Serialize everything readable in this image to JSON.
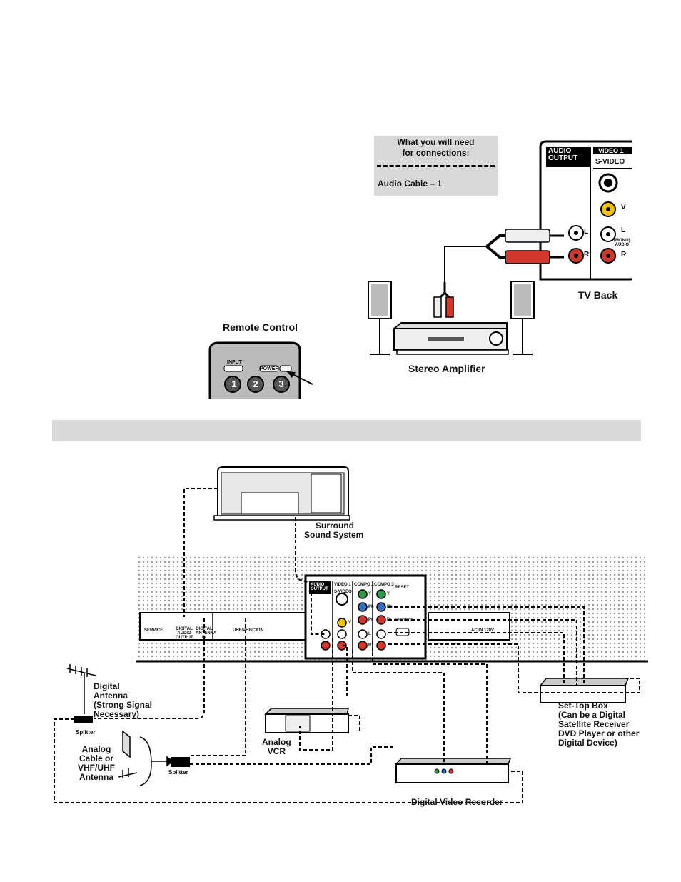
{
  "needs_box": {
    "title_line1": "What you will need",
    "title_line2": "for connections:",
    "item": "Audio Cable – 1"
  },
  "top_labels": {
    "tv_back": "TV Back",
    "stereo_amplifier": "Stereo Amplifier",
    "remote_control": "Remote Control"
  },
  "tv_panel_top": {
    "audio_output_line1": "AUDIO",
    "audio_output_line2": "OUTPUT",
    "video1": "VIDEO 1",
    "s_video": "S-VIDEO",
    "v": "V",
    "l": "L",
    "r": "R",
    "mono_line1": "(MONO)",
    "mono_line2": "AUDIO"
  },
  "remote": {
    "input": "INPUT",
    "power": "POWER",
    "buttons": [
      "1",
      "2",
      "3"
    ]
  },
  "bottom_labels": {
    "surround_line1": "Surround",
    "surround_line2": "Sound System",
    "digital_antenna_line1": "Digital",
    "digital_antenna_line2": "Antenna",
    "digital_antenna_line3": "(Strong Signal",
    "digital_antenna_line4": "Necessary)",
    "splitter": "Splitter",
    "analog_line1": "Analog",
    "analog_line2": "Cable or",
    "analog_line3": "VHF/UHF",
    "analog_line4": "Antenna",
    "vcr_line1": "Analog",
    "vcr_line2": "VCR",
    "settop_line1": "Set-Top Box",
    "settop_line2": "(Can be a Digital",
    "settop_line3": "Satellite Receiver",
    "settop_line4": "DVD Player or other",
    "settop_line5": "Digital Device)",
    "dvr": "Digital Video Recorder"
  },
  "tv_panel_bottom": {
    "service": "SERVICE",
    "digital_audio_output": "DIGITAL AUDIO OUTPUT",
    "digital_antenna_in": "DIGITAL ANTENNA IN",
    "uhf_vhf_catv": "UHF/VHF/CATV",
    "ac_in": "AC IN 120V",
    "audio_output": "AUDIO OUTPUT",
    "video1": "VIDEO 1",
    "compo2": "COMPO 2",
    "compo3": "COMPO 3",
    "s_video": "S-VIDEO",
    "y": "Y",
    "pb": "Pb",
    "pr": "Pr",
    "v": "V",
    "l": "L",
    "r": "R",
    "reset": "RESET",
    "service2": "SERVICE"
  },
  "colors": {
    "panel_gray": "#d9d9d9",
    "jack_yellow": "#f2c400",
    "jack_red": "#d2372b",
    "jack_green": "#2e9b46",
    "jack_blue": "#2f6fc0",
    "jack_white": "#ffffff"
  }
}
